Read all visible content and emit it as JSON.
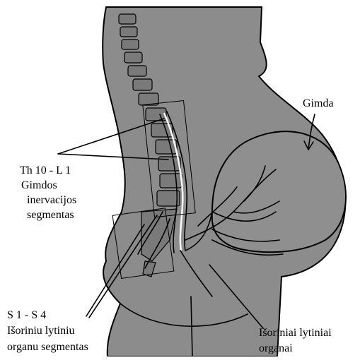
{
  "labels": {
    "th_line1": "Th 10 - L 1",
    "th_line2": "Gimdos",
    "th_line3": "inervacijos",
    "th_line4": "segmentas",
    "gimda": "Gimda",
    "s_line1": "S 1 - S 4",
    "s_line2": "Išoriniu lytiniu",
    "s_line3": "organu segmentas",
    "ext_line1": "Išoriniai lytiniai",
    "ext_line2": "organai"
  },
  "colors": {
    "body_fill": "#8c8c8c",
    "outline": "#000000",
    "background": "#ffffff"
  }
}
